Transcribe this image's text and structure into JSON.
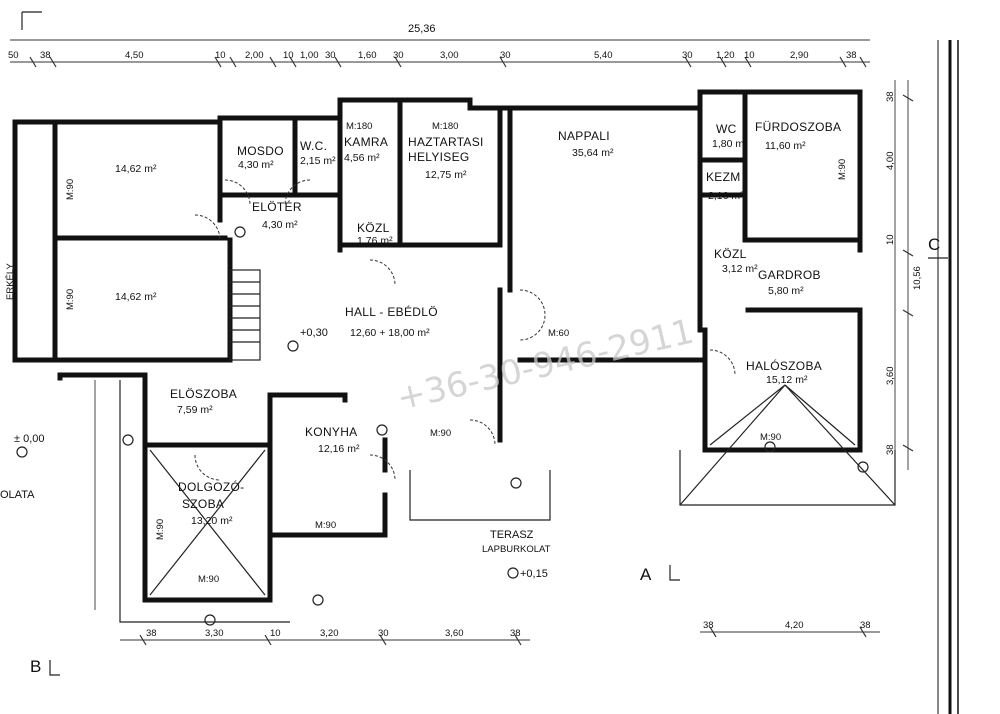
{
  "sheet": {
    "top_total": "25,36",
    "terrace_name": "TERASZ",
    "terrace_finish": "LAPBURKOLAT",
    "terrace_level": "+0,15",
    "hall_level": "+0,30",
    "zero_level": "± 0,00",
    "left_partial": "OLATA",
    "left_vertical": "ERKÉLY",
    "watermark": "+36-30-946-2911"
  },
  "rooms": [
    {
      "id": "mosdo",
      "name": "MOSDO",
      "area": "4,30 m²"
    },
    {
      "id": "wc1",
      "name": "W.C.",
      "area": "2,15 m²"
    },
    {
      "id": "kamra",
      "name": "KAMRA",
      "area": "4,56 m²"
    },
    {
      "id": "haztartasi",
      "name": "HAZTARTASI",
      "name2": "HELYISEG",
      "area": "12,75 m²"
    },
    {
      "id": "nappali",
      "name": "NAPPALI",
      "area": "35,64 m²"
    },
    {
      "id": "wc2",
      "name": "WC",
      "area": "1,80 m²"
    },
    {
      "id": "furdo",
      "name": "FÜRDOSZOBA",
      "area": "11,60 m²"
    },
    {
      "id": "room1",
      "name": "",
      "area": "14,62 m²"
    },
    {
      "id": "room2",
      "name": "",
      "area": "14,62 m²"
    },
    {
      "id": "eloter",
      "name": "ELÖTÉR",
      "area": "4,30 m²"
    },
    {
      "id": "kozl1",
      "name": "KÖZL",
      "area": "1,76 m²"
    },
    {
      "id": "kezm",
      "name": "KEZM",
      "area": "2,16 m²"
    },
    {
      "id": "kozl2",
      "name": "KÖZL",
      "area": "3,12 m²"
    },
    {
      "id": "gardrob",
      "name": "GARDROB",
      "area": "5,80 m²"
    },
    {
      "id": "hall",
      "name": "HALL - EBÉDLÖ",
      "area": "12,60 + 18,00 m²"
    },
    {
      "id": "haloszoba",
      "name": "HALÓSZOBA",
      "area": "15,12 m²"
    },
    {
      "id": "eloszoba",
      "name": "ELÖSZOBA",
      "area": "7,59 m²"
    },
    {
      "id": "konyha",
      "name": "KONYHA",
      "area": "12,16 m²"
    },
    {
      "id": "dolgozo",
      "name": "DOLGOZÓ-",
      "name2": "SZOBA",
      "area": "13,20 m²"
    }
  ],
  "dims_top": [
    "50",
    "38",
    "4,50",
    "10",
    "2,00",
    "10",
    "1,00",
    "30",
    "1,60",
    "30",
    "3,00",
    "30",
    "5,40",
    "30",
    "1,20",
    "10",
    "2,90",
    "38"
  ],
  "dims_bottom": [
    "38",
    "3,30",
    "10",
    "3,20",
    "30",
    "3,60",
    "38",
    "38",
    "4,20",
    "38"
  ],
  "dims_right": [
    "38",
    "4,00",
    "10",
    "10,56",
    "3,60",
    "38"
  ],
  "section_marks": [
    "A",
    "B",
    "C"
  ],
  "openings": [
    "M:180",
    "M:180",
    "M:90",
    "M:90",
    "M:90",
    "M:90",
    "M:60",
    "M:90",
    "M:90",
    "M:90",
    "M:90"
  ]
}
